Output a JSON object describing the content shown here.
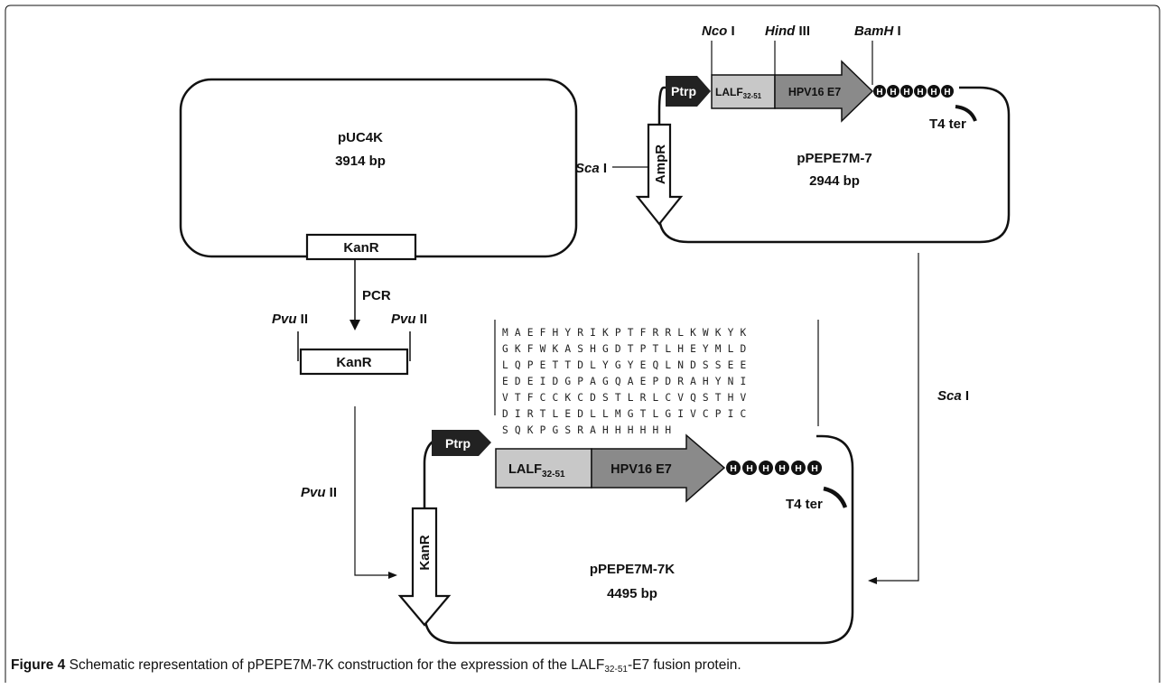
{
  "colors": {
    "ptrp": "#222222",
    "lalf": "#c8c8c8",
    "e7": "#8a8a8a",
    "his": "#111111"
  },
  "puc4k": {
    "name": "pUC4K",
    "size": "3914 bp",
    "kanr": "KanR"
  },
  "pcr": {
    "label": "PCR",
    "pvu_left": "Pvu",
    "pvu_left_num": " II",
    "pvu_right": "Pvu",
    "pvu_right_num": " II",
    "kanr": "KanR"
  },
  "pvu_arrow": {
    "italic": "Pvu",
    "num": " II"
  },
  "sca_arrow": {
    "italic": "Sca",
    "num": " I"
  },
  "ppepe7m7": {
    "name": "pPEPE7M-7",
    "size": "2944 bp",
    "ptrp": "Ptrp",
    "lalf": "LALF",
    "lalf_sub": "32-51",
    "e7": "HPV16 E7",
    "his": "H",
    "t4": "T4 ter",
    "ampr": "AmpR",
    "nco": "Nco",
    "nco_num": " I",
    "hind": "Hind",
    "hind_num": " III",
    "bamh": "BamH",
    "bamh_num": " I",
    "sca": "Sca",
    "sca_num": " I"
  },
  "ppepe7m7k": {
    "name": "pPEPE7M-7K",
    "size": "4495 bp",
    "ptrp": "Ptrp",
    "lalf": "LALF",
    "lalf_sub": "32-51",
    "e7": "HPV16 E7",
    "his": "H",
    "t4": "T4 ter",
    "kanr": "KanR"
  },
  "sequence": [
    "M A E F H Y R I K P T F R R L K W K Y K",
    "G K F W K A S H G D T P T L H E Y M L D",
    "L Q P E T T D L Y G Y E Q L N D S S E E",
    "E D E I D G P A G Q A E P D R A H Y N I",
    "V T F C C K C D S T L R L C V Q S T H V",
    "D I R T L E D L L M G T L G I V C P I C",
    "S Q K P G S R A H H H H H H"
  ],
  "caption": {
    "figure": "Figure 4",
    "text_a": " Schematic representation of pPEPE7M-7K construction for the expression of the LALF",
    "sub": "32-51",
    "text_b": "-E7 fusion protein."
  }
}
